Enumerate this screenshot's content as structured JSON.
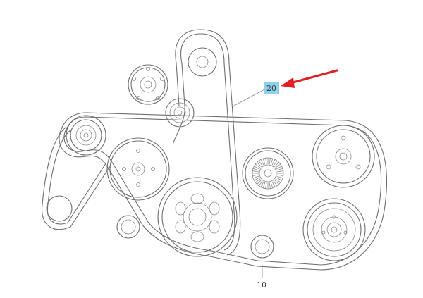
{
  "diagram": {
    "callouts": [
      {
        "id": "callout-20",
        "text": "20",
        "highlight_color": "#8fd0ea"
      },
      {
        "id": "callout-10",
        "text": "10"
      }
    ],
    "arrow_color": "#e31e24",
    "line_color": "#6f6f6f"
  }
}
